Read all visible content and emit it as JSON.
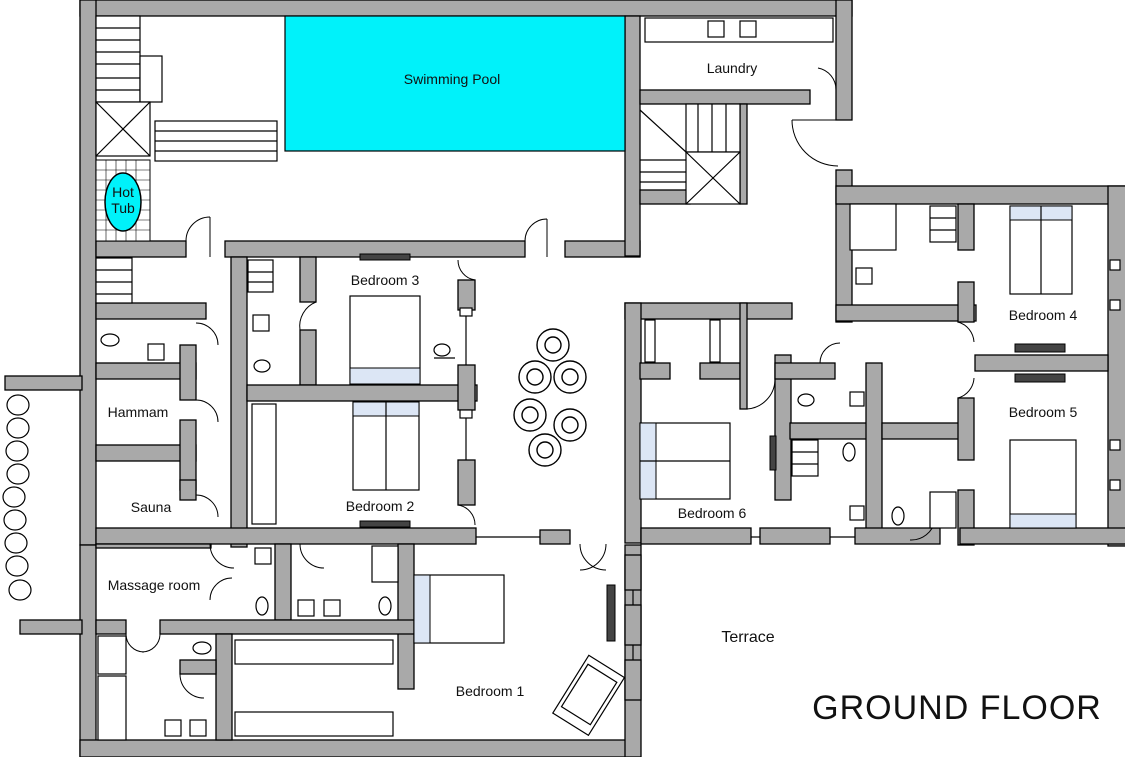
{
  "plan": {
    "title": "GROUND FLOOR",
    "colors": {
      "wall": "#a9a9a9",
      "pool": "#00f2fa",
      "outline": "#000000"
    },
    "rooms": {
      "swimming_pool": "Swimming Pool",
      "hot_tub_line1": "Hot",
      "hot_tub_line2": "Tub",
      "laundry": "Laundry",
      "bedroom_3": "Bedroom 3",
      "bedroom_2": "Bedroom 2",
      "bedroom_4": "Bedroom 4",
      "bedroom_5": "Bedroom 5",
      "bedroom_6": "Bedroom 6",
      "bedroom_1": "Bedroom 1",
      "hammam": "Hammam",
      "sauna": "Sauna",
      "massage_room": "Massage room",
      "terrace": "Terrace"
    }
  }
}
